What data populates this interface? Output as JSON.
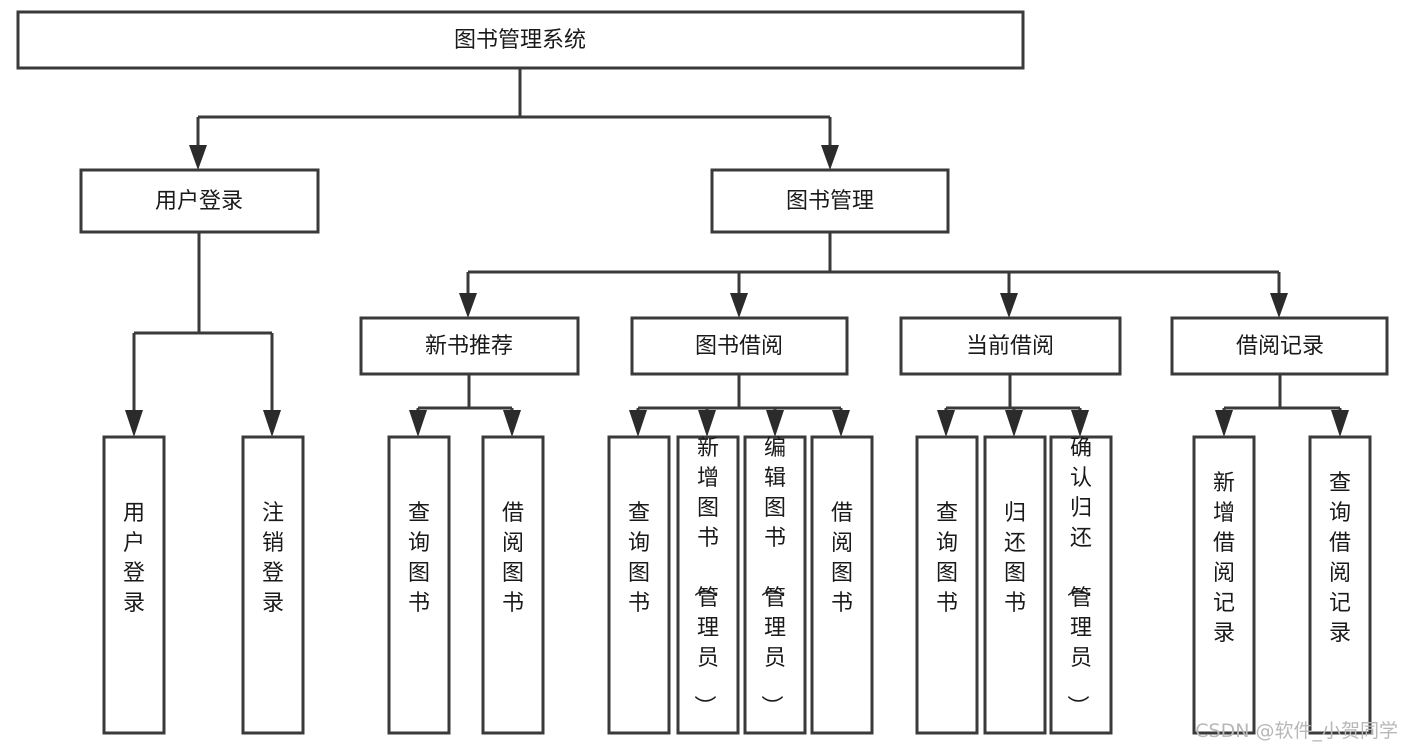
{
  "diagram": {
    "type": "tree-hierarchy",
    "title": "图书管理系统",
    "orientation": "top-down",
    "colors": {
      "box_fill": "#ffffff",
      "box_stroke": "#3a3a3a",
      "text": "#1a1a1a",
      "connector": "#3a3a3a",
      "watermark": "#b8b8b8",
      "background": "#ffffff"
    },
    "root": {
      "label": "图书管理系统"
    },
    "level1": [
      {
        "label": "用户登录"
      },
      {
        "label": "图书管理"
      }
    ],
    "level2": [
      {
        "label": "新书推荐"
      },
      {
        "label": "图书借阅"
      },
      {
        "label": "当前借阅"
      },
      {
        "label": "借阅记录"
      }
    ],
    "leaves": {
      "user_login": [
        {
          "label": "用户登录"
        },
        {
          "label": "注销登录"
        }
      ],
      "new_book_recommend": [
        {
          "label": "查询图书"
        },
        {
          "label": "借阅图书"
        }
      ],
      "book_borrow": [
        {
          "label": "查询图书"
        },
        {
          "label": "新增图书（管理员）"
        },
        {
          "label": "编辑图书（管理员）"
        },
        {
          "label": "借阅图书"
        }
      ],
      "current_borrow": [
        {
          "label": "查询图书"
        },
        {
          "label": "归还图书"
        },
        {
          "label": "确认归还（管理员）"
        }
      ],
      "borrow_record": [
        {
          "label": "新增借阅记录"
        },
        {
          "label": "查询借阅记录"
        }
      ]
    }
  },
  "watermark": {
    "text": "CSDN @软件_小贺同学"
  }
}
